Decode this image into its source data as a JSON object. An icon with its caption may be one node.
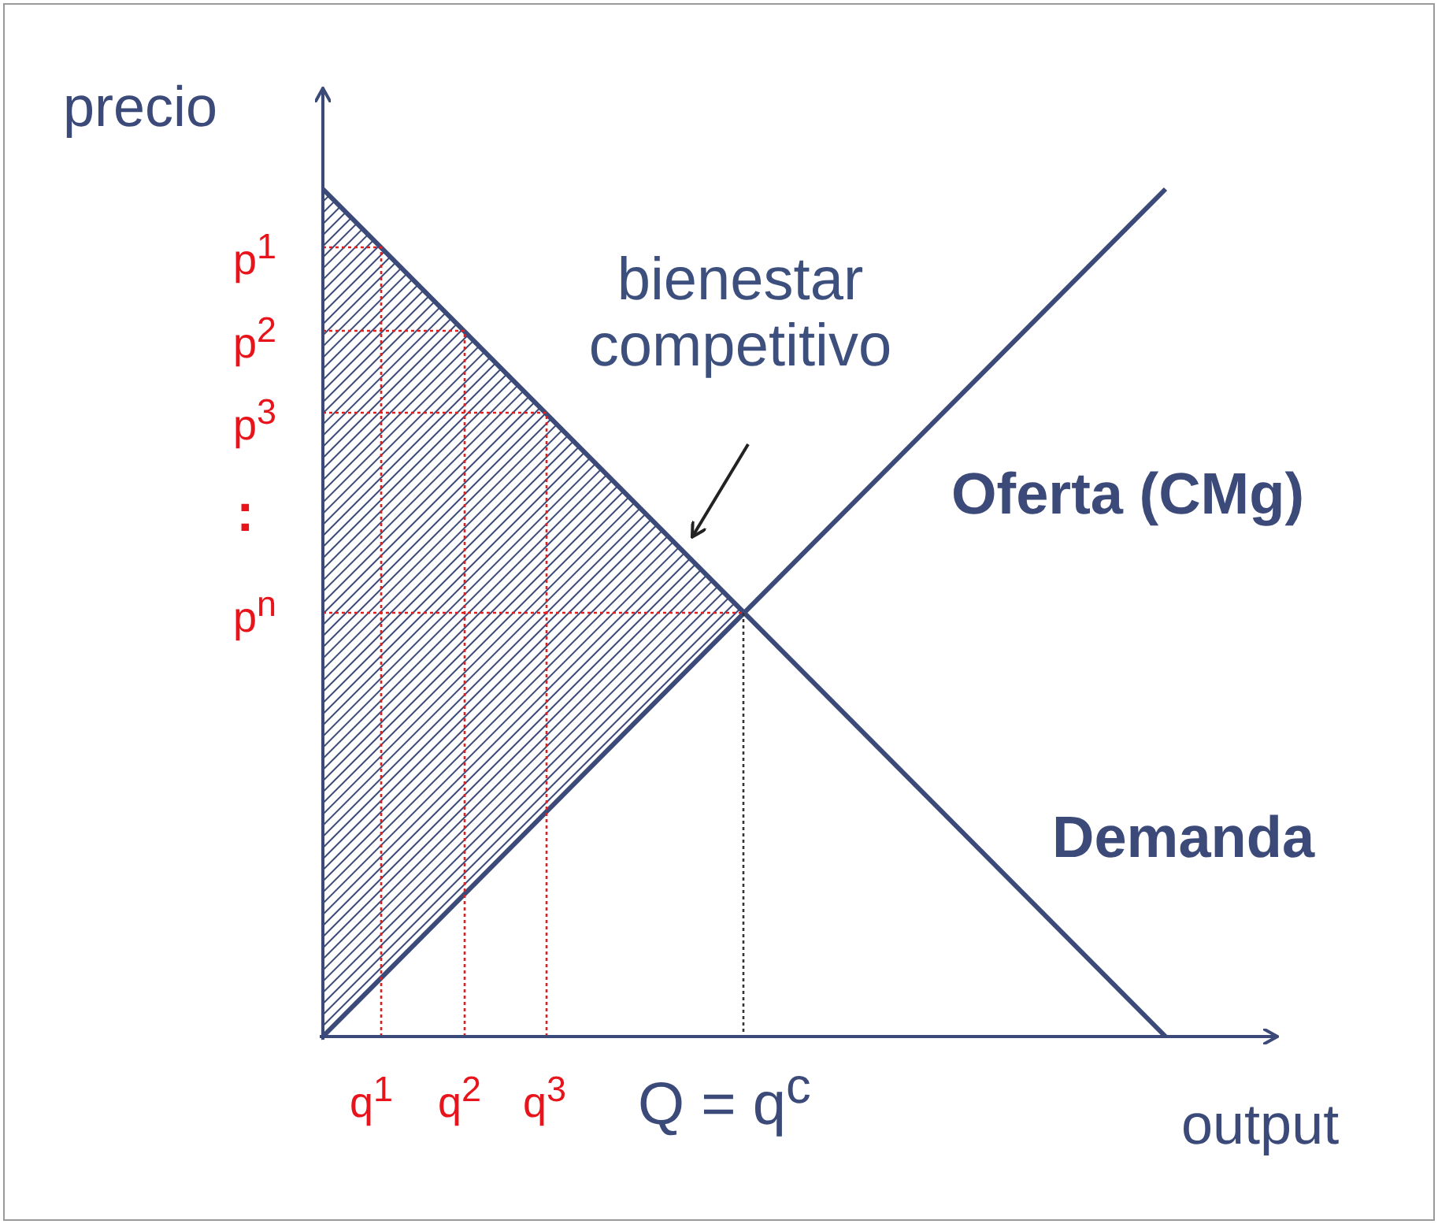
{
  "diagram": {
    "nodes": [
      {
        "text": [
          "bienestar competitivo"
        ]
      },
      {
        "text": [],
        "shape": "triangle"
      }
    ],
    "edges": [
      {
        "from": 0,
        "to": 1,
        "arrow": "to"
      }
    ],
    "labels": [
      "precio",
      "p$^{1}$",
      "p$^{2}$",
      "p$^{3}$",
      ":",
      "p$^{n}$",
      "Oferta (CMg)",
      "Demanda",
      "q$^{1}$",
      "q$^{2}$",
      "q$^{3}$",
      "Q = q$^{c}$",
      "output"
    ]
  }
}
